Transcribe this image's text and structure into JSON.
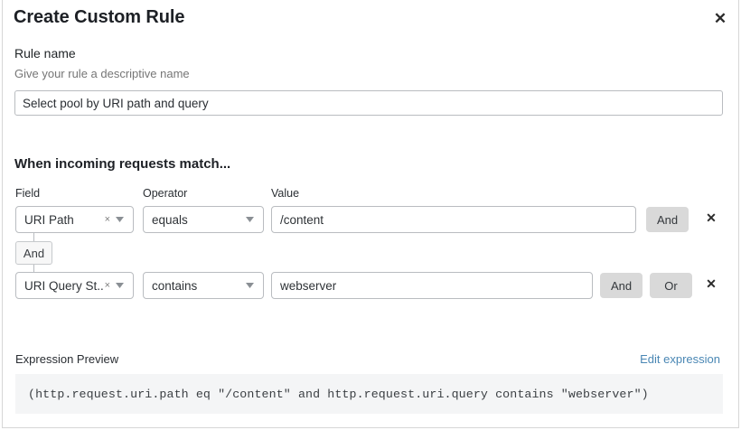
{
  "dialog": {
    "title": "Create Custom Rule",
    "close_icon": "close-icon"
  },
  "rule_name": {
    "label": "Rule name",
    "help_text": "Give your rule a descriptive name",
    "value": "Select pool by URI path and query",
    "placeholder": ""
  },
  "conditions": {
    "heading": "When incoming requests match...",
    "columns": {
      "field": "Field",
      "operator": "Operator",
      "value": "Value"
    },
    "connector_label": "And",
    "rows": [
      {
        "field": "URI Path",
        "operator": "equals",
        "value": "/content",
        "and_label": "And",
        "or_label": "",
        "clear_icon": "clear-icon",
        "caret_icon": "chevron-down-icon",
        "delete_icon": "close-icon"
      },
      {
        "field": "URI Query St...",
        "operator": "contains",
        "value": "webserver",
        "and_label": "And",
        "or_label": "Or",
        "clear_icon": "clear-icon",
        "caret_icon": "chevron-down-icon",
        "delete_icon": "close-icon"
      }
    ]
  },
  "expression": {
    "label": "Expression Preview",
    "edit_link": "Edit expression",
    "text": "(http.request.uri.path eq \"/content\" and http.request.uri.query contains \"webserver\")"
  },
  "colors": {
    "link": "#4a87b4",
    "logic_button_bg": "#d9d9d9",
    "expression_bg": "#f4f5f6",
    "border": "#b9bcc0"
  }
}
